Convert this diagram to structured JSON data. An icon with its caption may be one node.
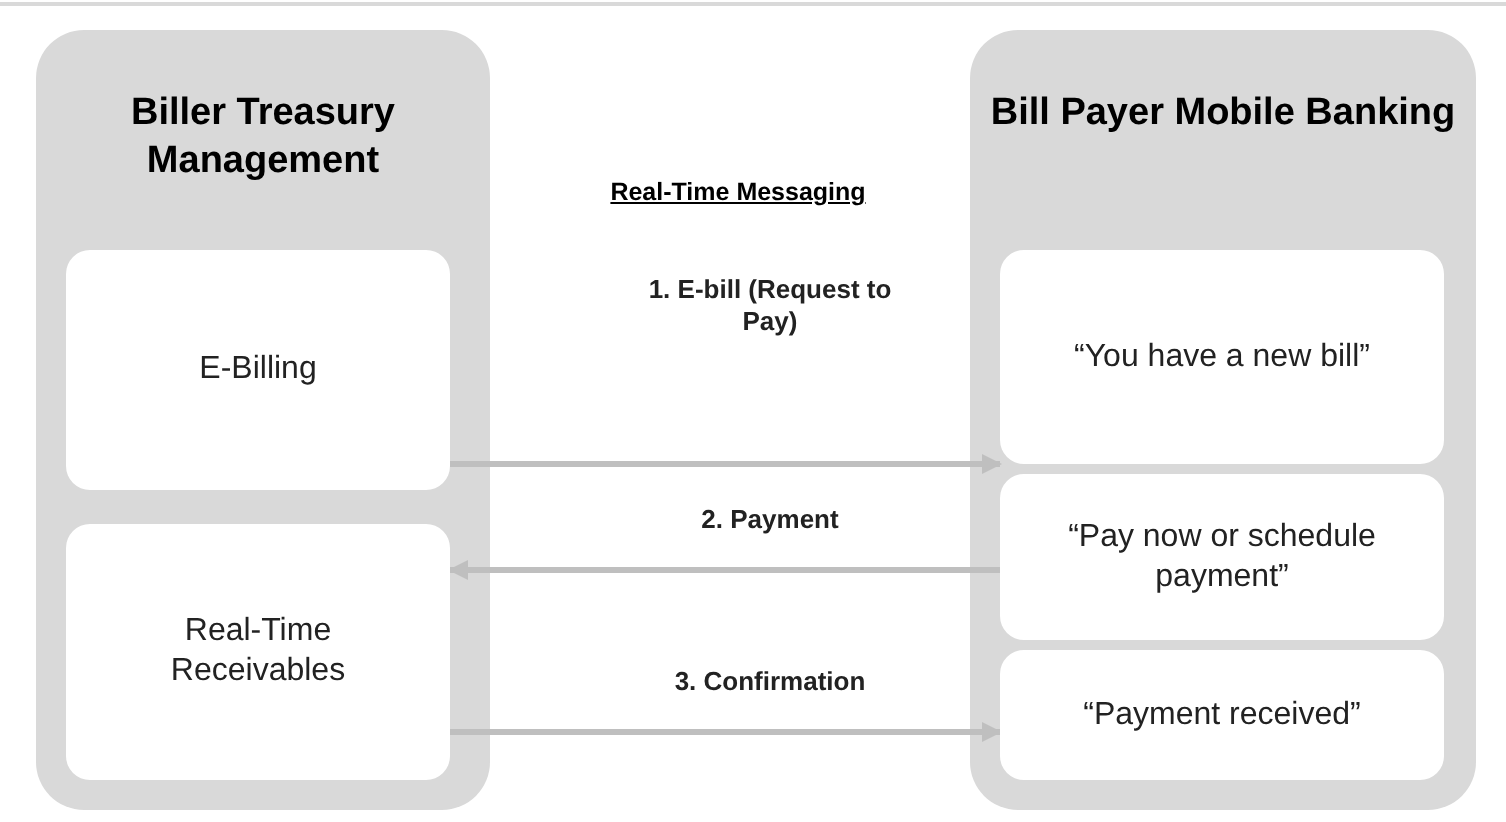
{
  "diagram": {
    "nodes": [
      {
        "text": [
          "Biller Treasury Management"
        ]
      },
      {
        "text": [
          "E-Billing"
        ],
        "in": 0
      },
      {
        "text": [
          "Real-Time Receivables"
        ],
        "in": 0
      },
      {
        "text": [
          "Bill Payer Mobile Banking"
        ]
      },
      {
        "text": [
          "“You have a new bill”"
        ],
        "in": 3
      },
      {
        "text": [
          "“Pay now or schedule payment”"
        ],
        "in": 3
      },
      {
        "text": [
          "“Payment received”"
        ],
        "in": 3
      }
    ],
    "edges": [
      {
        "from": 1,
        "to": 4,
        "arrow": "to",
        "label": "1. E-bill (Request to Pay)"
      },
      {
        "from": 5,
        "to": 2,
        "arrow": "to",
        "label": "2. Payment"
      },
      {
        "from": 2,
        "to": 6,
        "arrow": "to",
        "label": "3. Confirmation"
      }
    ],
    "labels": [
      "Real-Time Messaging"
    ]
  }
}
